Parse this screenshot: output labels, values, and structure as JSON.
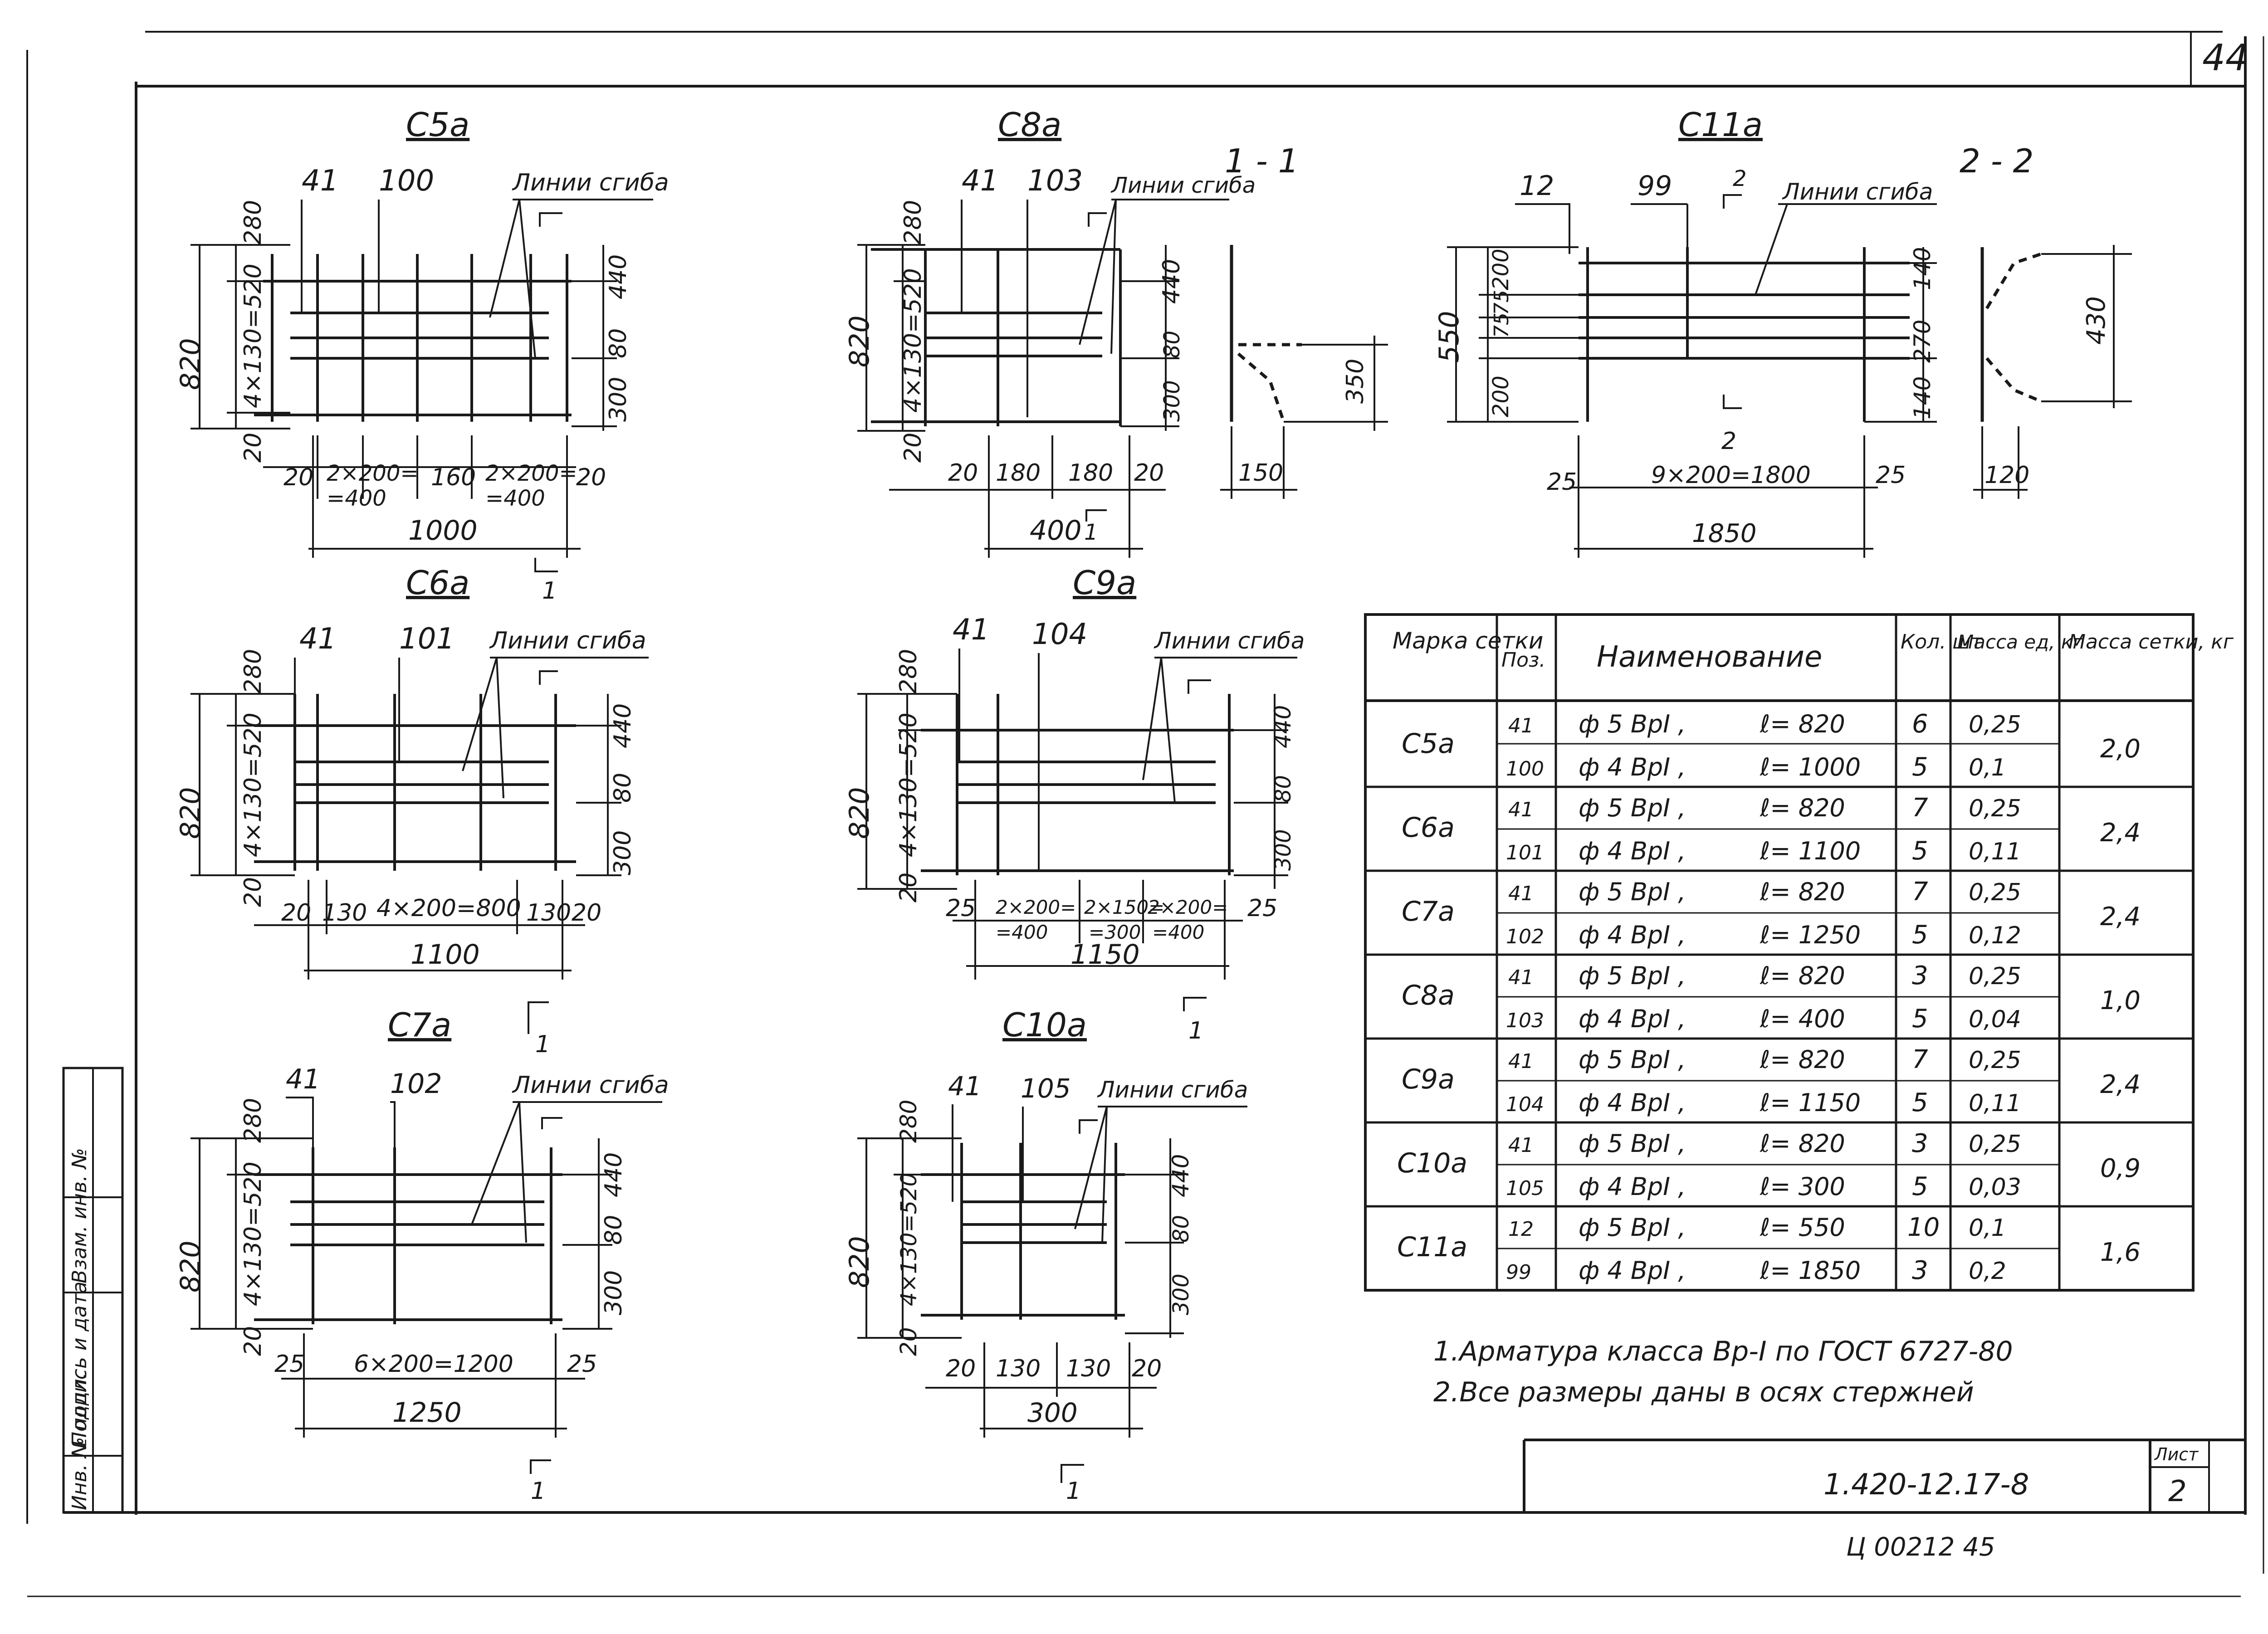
{
  "sheet_number_top": "44",
  "drawing": {
    "c5a": {
      "title": "С5а",
      "pos_a": "41",
      "pos_b": "100",
      "bend_label": "Линии сгиба",
      "cut_mark": "1",
      "dim_top": "280",
      "dim_middle": "4×130=520",
      "dim_bottom": "20",
      "dim_total": "820",
      "dim_r1": "440",
      "dim_r2": "80",
      "dim_r3": "300",
      "dims_x": [
        "20",
        "2×200=",
        "=400",
        "160",
        "2×200=",
        "=400",
        "20"
      ],
      "length": "1000"
    },
    "c8a": {
      "title": "С8а",
      "pos_a": "41",
      "pos_b": "103",
      "bend_label": "Линии сгиба",
      "cut_mark": "1",
      "dim_top": "280",
      "dim_middle": "4×130=520",
      "dim_bottom": "20",
      "dim_total": "820",
      "dim_r1": "440",
      "dim_r2": "80",
      "dim_r3": "300",
      "dims_x": [
        "20",
        "180",
        "180",
        "20"
      ],
      "length": "400"
    },
    "section_1": {
      "title": "1 - 1",
      "dim_h": "350",
      "dim_w": "150"
    },
    "c11a": {
      "title": "С11а",
      "pos_a": "12",
      "pos_b": "99",
      "bend_label": "Линии сгиба",
      "cut_mark": "2",
      "dim_total": "550",
      "dims_left": [
        "200",
        "75",
        "75",
        "200"
      ],
      "dim_r1": "140",
      "dim_r2": "270",
      "dim_r3": "140",
      "dims_x": [
        "25",
        "9×200=1800",
        "25"
      ],
      "length": "1850"
    },
    "section_2": {
      "title": "2 - 2",
      "dim_h": "430",
      "dim_w": "120"
    },
    "c6a": {
      "title": "С6а",
      "pos_a": "41",
      "pos_b": "101",
      "bend_label": "Линии сгиба",
      "cut_mark": "1",
      "dim_top": "280",
      "dim_middle": "4×130=520",
      "dim_bottom": "20",
      "dim_total": "820",
      "dim_r1": "440",
      "dim_r2": "80",
      "dim_r3": "300",
      "dims_x": [
        "20",
        "130",
        "4×200=800",
        "130",
        "20"
      ],
      "length": "1100"
    },
    "c9a": {
      "title": "С9а",
      "pos_a": "41",
      "pos_b": "104",
      "bend_label": "Линии сгиба",
      "cut_mark": "1",
      "dim_top": "280",
      "dim_middle": "4×130=520",
      "dim_bottom": "20",
      "dim_total": "820",
      "dim_r1": "440",
      "dim_r2": "80",
      "dim_r3": "300",
      "dims_x": [
        "25",
        "2×200=",
        "=400",
        "2×150=",
        "=300",
        "2×200=",
        "=400",
        "25"
      ],
      "length": "1150"
    },
    "c7a": {
      "title": "С7а",
      "pos_a": "41",
      "pos_b": "102",
      "bend_label": "Линии сгиба",
      "cut_mark": "1",
      "dim_top": "280",
      "dim_middle": "4×130=520",
      "dim_bottom": "20",
      "dim_total": "820",
      "dim_r1": "440",
      "dim_r2": "80",
      "dim_r3": "300",
      "dims_x": [
        "25",
        "6×200=1200",
        "25"
      ],
      "length": "1250"
    },
    "c10a": {
      "title": "С10а",
      "pos_a": "41",
      "pos_b": "105",
      "bend_label": "Линии сгиба",
      "cut_mark": "1",
      "dim_top": "280",
      "dim_middle": "4×130=520",
      "dim_bottom": "20",
      "dim_total": "820",
      "dim_r1": "440",
      "dim_r2": "80",
      "dim_r3": "300",
      "dims_x": [
        "20",
        "130",
        "130",
        "20"
      ],
      "length": "300"
    }
  },
  "table": {
    "headers": [
      "Марка сетки",
      "Поз.",
      "Наименование",
      "Кол. шт",
      "Масса ед, кг",
      "Масса сетки, кг"
    ],
    "groups": [
      {
        "mark": "С5а",
        "mass": "2,0",
        "rows": [
          {
            "pos": "41",
            "name": "ф 5 ВрI ,",
            "len": "ℓ= 820",
            "qty": "6",
            "unit": "0,25"
          },
          {
            "pos": "100",
            "name": "ф 4 ВрI ,",
            "len": "ℓ= 1000",
            "qty": "5",
            "unit": "0,1"
          }
        ]
      },
      {
        "mark": "С6а",
        "mass": "2,4",
        "rows": [
          {
            "pos": "41",
            "name": "ф 5 ВрI ,",
            "len": "ℓ= 820",
            "qty": "7",
            "unit": "0,25"
          },
          {
            "pos": "101",
            "name": "ф 4 ВрI ,",
            "len": "ℓ= 1100",
            "qty": "5",
            "unit": "0,11"
          }
        ]
      },
      {
        "mark": "С7а",
        "mass": "2,4",
        "rows": [
          {
            "pos": "41",
            "name": "ф 5 ВрI ,",
            "len": "ℓ= 820",
            "qty": "7",
            "unit": "0,25"
          },
          {
            "pos": "102",
            "name": "ф 4 ВрI ,",
            "len": "ℓ= 1250",
            "qty": "5",
            "unit": "0,12"
          }
        ]
      },
      {
        "mark": "С8а",
        "mass": "1,0",
        "rows": [
          {
            "pos": "41",
            "name": "ф 5 ВрI ,",
            "len": "ℓ= 820",
            "qty": "3",
            "unit": "0,25"
          },
          {
            "pos": "103",
            "name": "ф 4 ВрI ,",
            "len": "ℓ= 400",
            "qty": "5",
            "unit": "0,04"
          }
        ]
      },
      {
        "mark": "С9а",
        "mass": "2,4",
        "rows": [
          {
            "pos": "41",
            "name": "ф 5 ВрI ,",
            "len": "ℓ= 820",
            "qty": "7",
            "unit": "0,25"
          },
          {
            "pos": "104",
            "name": "ф 4 ВрI ,",
            "len": "ℓ= 1150",
            "qty": "5",
            "unit": "0,11"
          }
        ]
      },
      {
        "mark": "С10а",
        "mass": "0,9",
        "rows": [
          {
            "pos": "41",
            "name": "ф 5 ВрI ,",
            "len": "ℓ= 820",
            "qty": "3",
            "unit": "0,25"
          },
          {
            "pos": "105",
            "name": "ф 4 ВрI ,",
            "len": "ℓ= 300",
            "qty": "5",
            "unit": "0,03"
          }
        ]
      },
      {
        "mark": "С11а",
        "mass": "1,6",
        "rows": [
          {
            "pos": "12",
            "name": "ф 5 ВрI ,",
            "len": "ℓ= 550",
            "qty": "10",
            "unit": "0,1"
          },
          {
            "pos": "99",
            "name": "ф 4 ВрI ,",
            "len": "ℓ= 1850",
            "qty": "3",
            "unit": "0,2"
          }
        ]
      }
    ]
  },
  "notes": [
    "1.Арматура класса Вр-I по ГОСТ 6727-80",
    "2.Все размеры даны в осях стержней"
  ],
  "title_block": {
    "code": "1.420-12.17-8",
    "sheet_label": "Лист",
    "sheet": "2"
  },
  "archive_number": "Ц 00212  45",
  "side_stamp": [
    "Инв. № подл.",
    "Подпись и дата",
    "Взам. инв. №"
  ]
}
